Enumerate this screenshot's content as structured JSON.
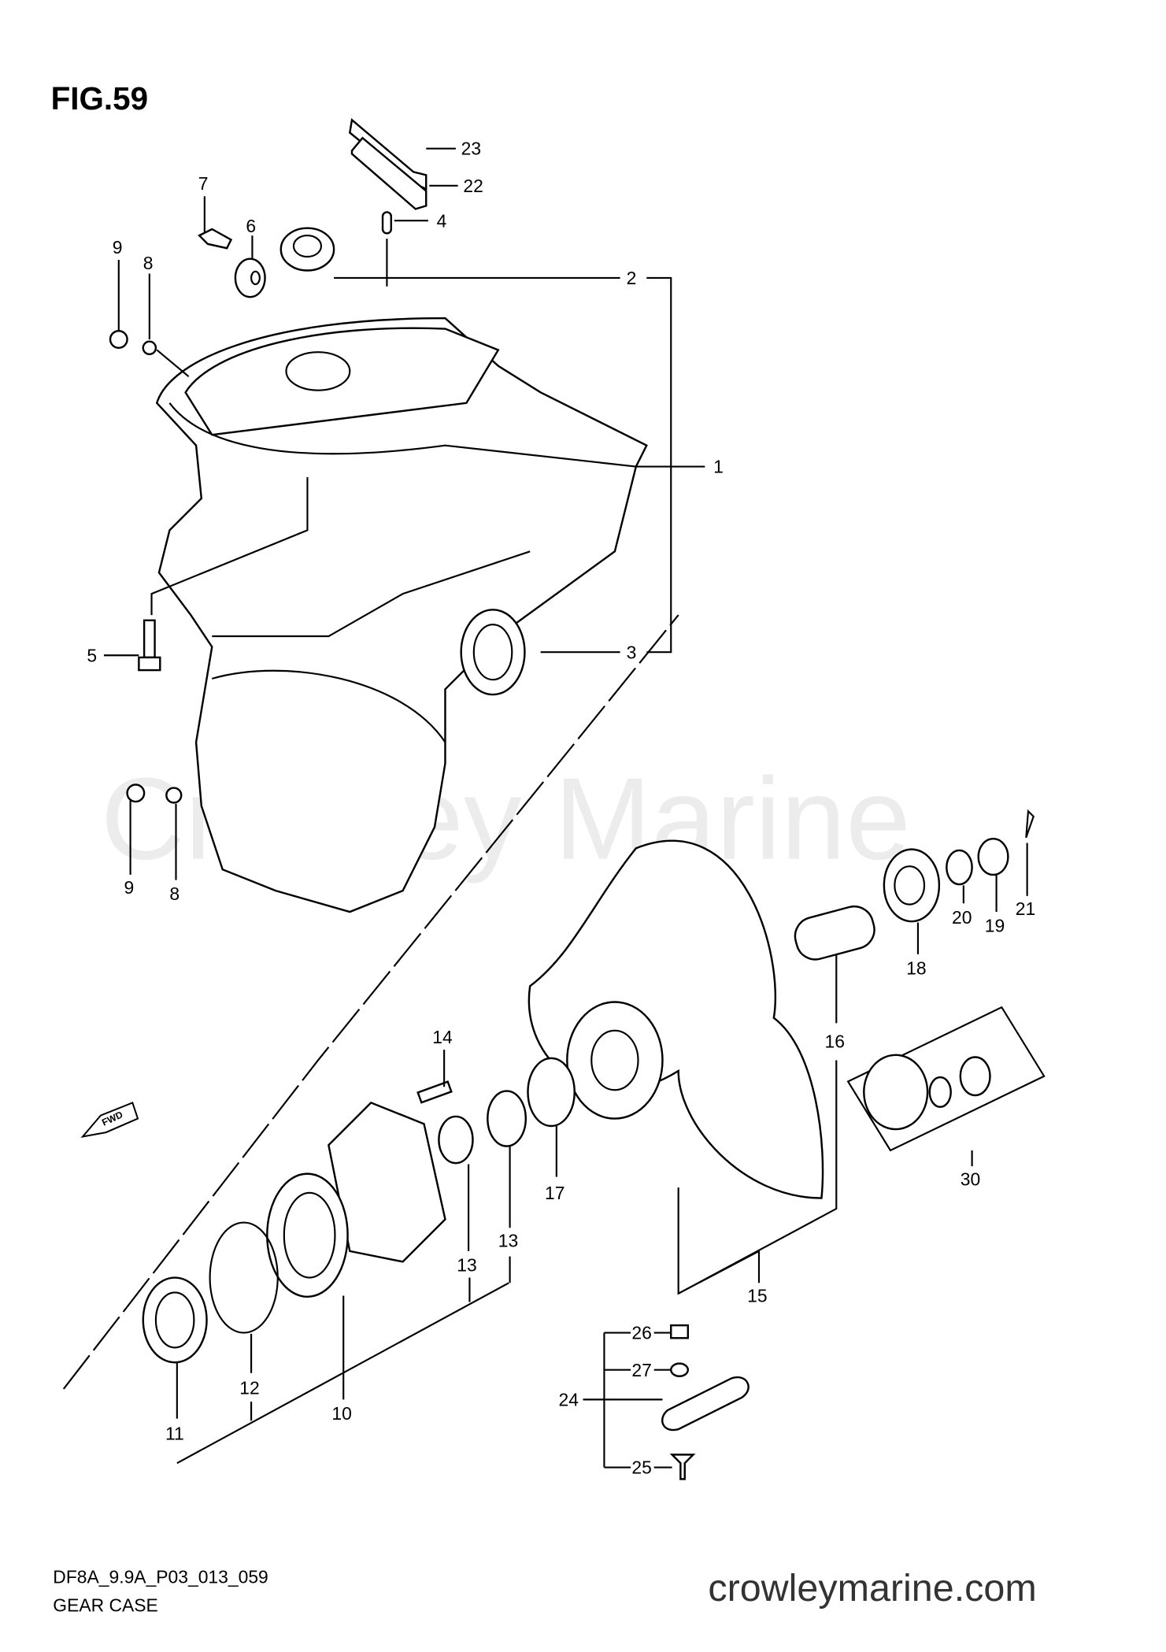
{
  "figure": {
    "title": "FIG.59",
    "code": "DF8A_9.9A_P03_013_059",
    "name": "GEAR CASE"
  },
  "watermark": "Crowley Marine",
  "site": "crowleymarine.com",
  "fwd_label": "FWD",
  "callouts": [
    "23",
    "22",
    "4",
    "7",
    "6",
    "9",
    "8",
    "2",
    "1",
    "5",
    "3",
    "9",
    "8",
    "21",
    "19",
    "20",
    "18",
    "16",
    "14",
    "17",
    "13",
    "13",
    "30",
    "15",
    "26",
    "27",
    "24",
    "25",
    "12",
    "10",
    "11"
  ]
}
